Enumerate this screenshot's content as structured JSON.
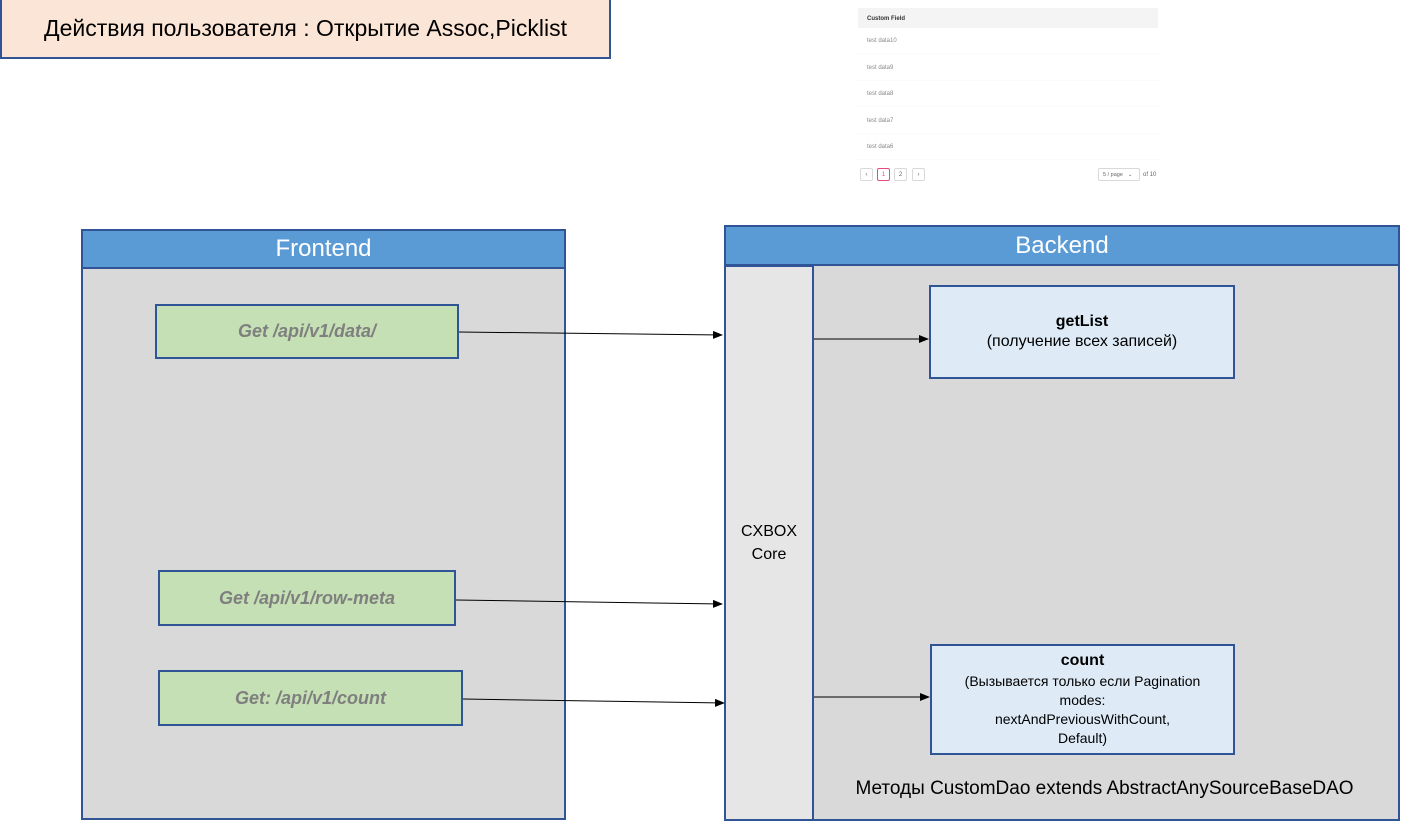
{
  "title": "Действия пользователя : Открытие Assoc,Picklist",
  "mini_table": {
    "header": "Custom Field",
    "rows": [
      "test data10",
      "test data9",
      "test data8",
      "test data7",
      "test data6"
    ],
    "pagination": {
      "prev": "‹",
      "pages": [
        "1",
        "2"
      ],
      "active_page": "1",
      "next": "›",
      "page_size": "5 / page",
      "page_size_chevron": "⌄",
      "total": "of 10"
    }
  },
  "frontend": {
    "header": "Frontend",
    "requests": [
      "Get /api/v1/data/",
      "Get /api/v1/row-meta",
      "Get: /api/v1/count"
    ]
  },
  "backend": {
    "header": "Backend",
    "core_line1": "CXBOX",
    "core_line2": "Core",
    "getlist": {
      "name": "getList",
      "desc": "(получение всех записей)"
    },
    "count": {
      "name": "count",
      "desc_lines": [
        "(Вызывается только если Pagination",
        "modes:",
        "nextAndPreviousWithCount,",
        "Default)"
      ]
    },
    "footer": "Методы CustomDao extends AbstractAnySourceBaseDAO"
  },
  "colors": {
    "header_fill": "#5b9bd5",
    "border": "#2f5597",
    "request_fill": "#c5e0b4",
    "method_fill": "#deebf7",
    "title_fill": "#fbe5d6",
    "panel_fill": "#d9d9d9",
    "active_page": "#e84a7b"
  }
}
